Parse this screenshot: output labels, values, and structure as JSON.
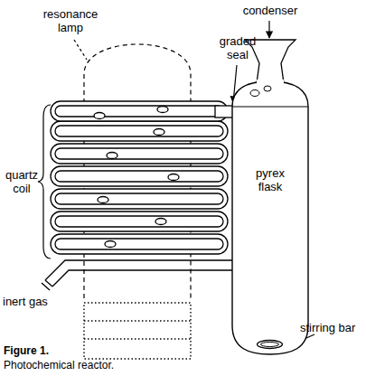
{
  "diagram": {
    "nodes": [
      {
        "text": [
          "pyrex flask"
        ]
      }
    ],
    "labels": [
      "condenser",
      "resonance lamp",
      "graded seal",
      "quartz coil",
      "inert gas",
      "stirring bar",
      "Figure 1.",
      "Photochemical reactor."
    ]
  }
}
